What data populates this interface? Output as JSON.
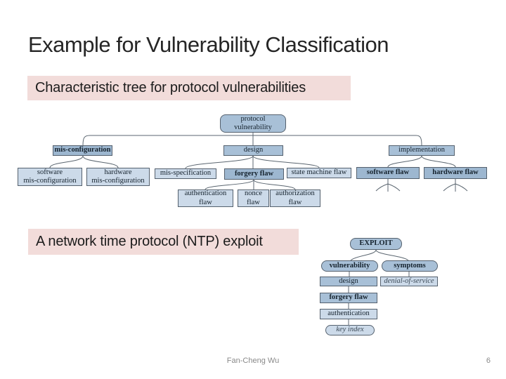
{
  "slide": {
    "title": "Example for Vulnerability Classification",
    "callout1": "Characteristic tree for protocol vulnerabilities",
    "callout2": "A network time protocol (NTP) exploit",
    "footer_author": "Fan-Cheng Wu",
    "footer_page": "6"
  },
  "tree1": {
    "description": "Characteristic tree for protocol vulnerabilities",
    "nodes": {
      "protocol_vulnerability": "protocol\nvulnerability",
      "mis_configuration": "mis-configuration",
      "design": "design",
      "implementation": "implementation",
      "software_mis_configuration": "software\nmis-configuration",
      "hardware_mis_configuration": "hardware\nmis-configuration",
      "mis_specification": "mis-specification",
      "forgery_flaw": "forgery flaw",
      "state_machine_flaw": "state machine flaw",
      "software_flaw": "software flaw",
      "hardware_flaw": "hardware flaw",
      "authentication_flaw": "authentication\nflaw",
      "nonce_flaw": "nonce\nflaw",
      "authorization_flaw": "authorization\nflaw"
    },
    "edges": [
      [
        "protocol_vulnerability",
        "mis_configuration"
      ],
      [
        "protocol_vulnerability",
        "design"
      ],
      [
        "protocol_vulnerability",
        "implementation"
      ],
      [
        "mis_configuration",
        "software_mis_configuration"
      ],
      [
        "mis_configuration",
        "hardware_mis_configuration"
      ],
      [
        "design",
        "mis_specification"
      ],
      [
        "design",
        "forgery_flaw"
      ],
      [
        "design",
        "state_machine_flaw"
      ],
      [
        "implementation",
        "software_flaw"
      ],
      [
        "implementation",
        "hardware_flaw"
      ],
      [
        "forgery_flaw",
        "authentication_flaw"
      ],
      [
        "forgery_flaw",
        "nonce_flaw"
      ],
      [
        "forgery_flaw",
        "authorization_flaw"
      ]
    ],
    "truncated_children_under": [
      "software_flaw",
      "hardware_flaw"
    ],
    "emphasized_path": [
      "mis_configuration",
      "forgery_flaw",
      "software_flaw",
      "hardware_flaw"
    ]
  },
  "tree2": {
    "description": "NTP exploit tree",
    "nodes": {
      "exploit": "EXPLOIT",
      "vulnerability": "vulnerability",
      "symptoms": "symptoms",
      "design": "design",
      "denial_of_service": "denial-of-service",
      "forgery_flaw": "forgery flaw",
      "authentication": "authentication",
      "key_index": "key index"
    },
    "edges": [
      [
        "exploit",
        "vulnerability"
      ],
      [
        "exploit",
        "symptoms"
      ],
      [
        "vulnerability",
        "design"
      ],
      [
        "design",
        "forgery_flaw"
      ],
      [
        "forgery_flaw",
        "authentication"
      ],
      [
        "authentication",
        "key_index"
      ],
      [
        "symptoms",
        "denial_of_service"
      ]
    ]
  },
  "colors": {
    "callout_bg": "#f2dcda",
    "node_mid": "#a8c0d7",
    "node_emphasized": "#9db7d0",
    "node_light": "#ccdae9",
    "node_border": "#55616e",
    "edge": "#5b6670",
    "title_text": "#262626",
    "footer_text": "#898989"
  }
}
